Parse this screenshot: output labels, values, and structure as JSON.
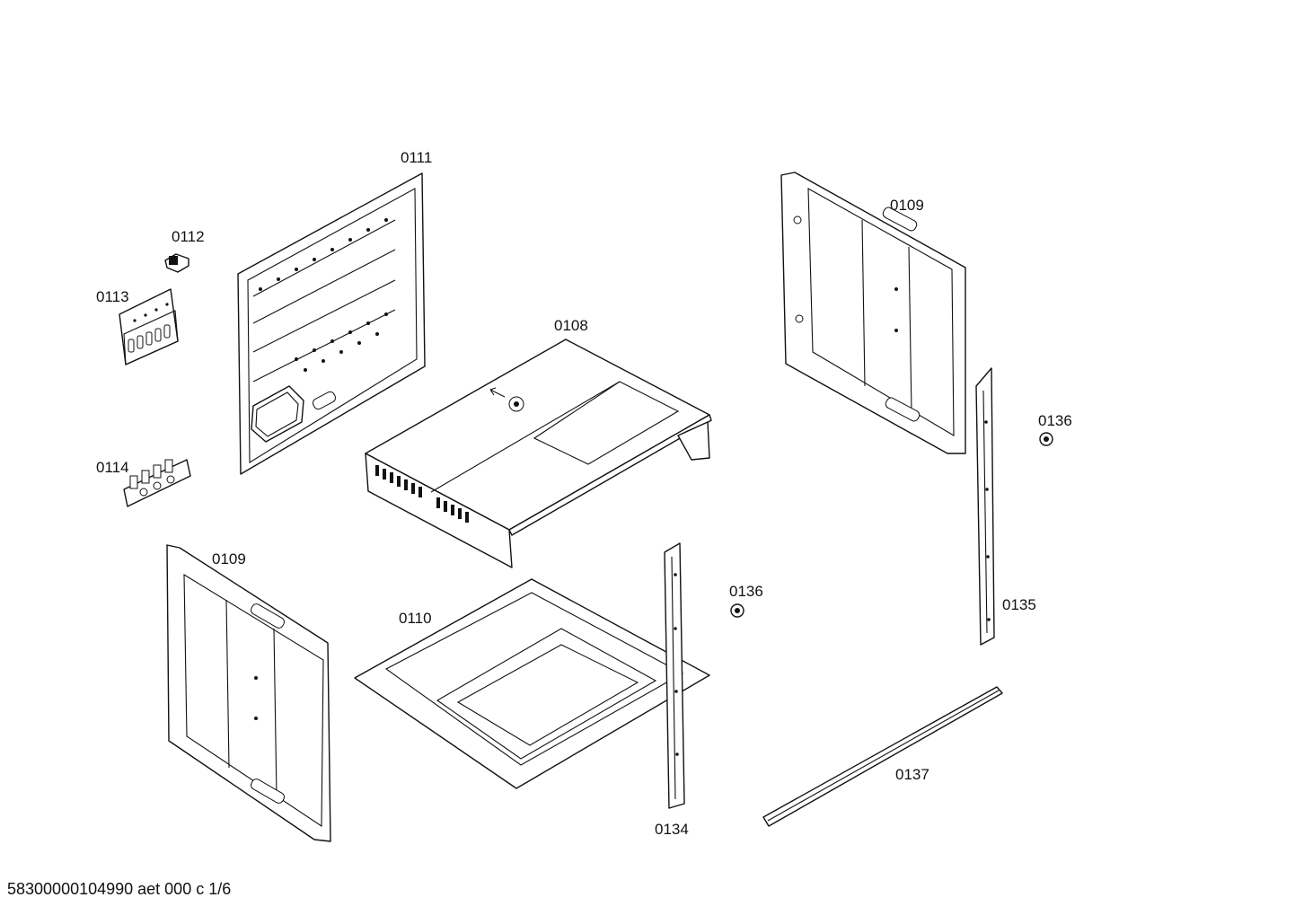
{
  "diagram": {
    "labels": {
      "p0111": "0111",
      "p0112": "0112",
      "p0113": "0113",
      "p0114": "0114",
      "p0108": "0108",
      "p0109_top": "0109",
      "p0109_bottom": "0109",
      "p0110": "0110",
      "p0136_mid": "0136",
      "p0136_right": "0136",
      "p0135": "0135",
      "p0134": "0134",
      "p0137": "0137"
    },
    "footer": "58300000104990 aet 000 c 1/6"
  }
}
